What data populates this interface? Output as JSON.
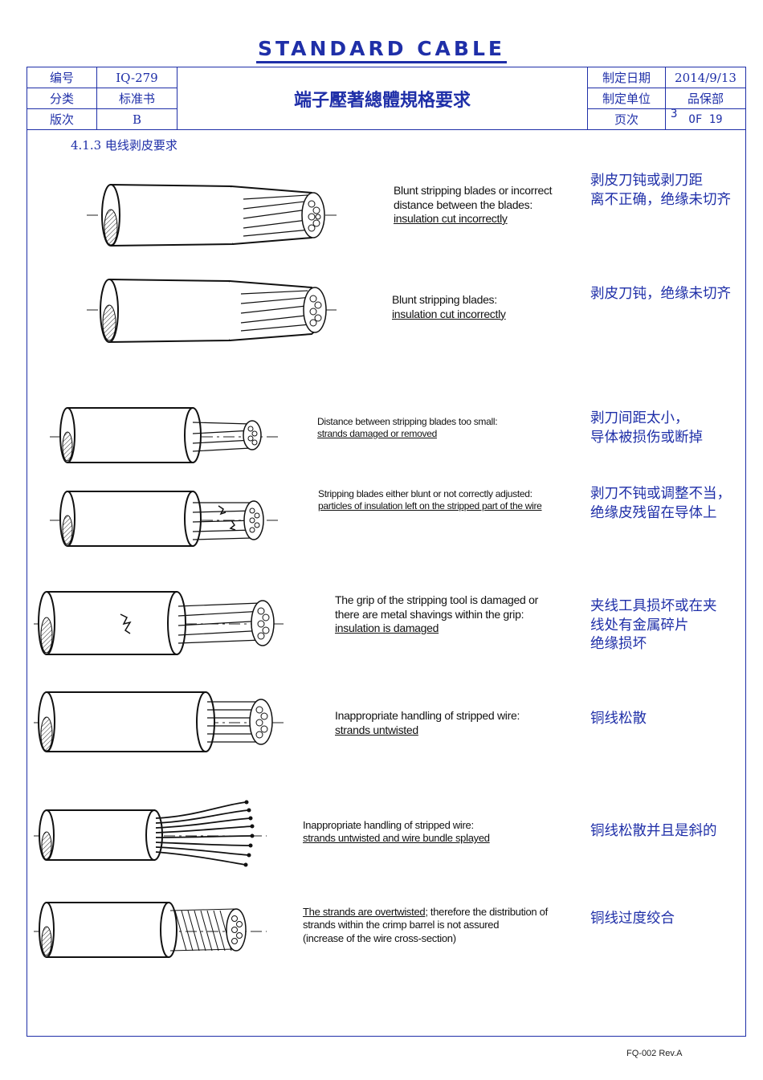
{
  "brand": "STANDARD CABLE",
  "header": {
    "no_label": "编号",
    "no_value": "IQ-279",
    "cat_label": "分类",
    "cat_value": "标准书",
    "ver_label": "版次",
    "ver_value": "B",
    "title": "端子壓著總體規格要求",
    "date_label": "制定日期",
    "date_value": "2014/9/13",
    "unit_label": "制定单位",
    "unit_value": "品保部",
    "page_label": "页次",
    "page_num": "3",
    "page_total": "OF 19"
  },
  "section": "4.1.3 电线剥皮要求",
  "items": [
    {
      "en1": "Blunt stripping blades or incorrect",
      "en2": "distance between the blades:",
      "en3": "insulation cut incorrectly",
      "cn1": "剥皮刀钝或剥刀距",
      "cn2": "离不正确，绝缘未切齐"
    },
    {
      "en1": "Blunt stripping blades:",
      "en2": "insulation cut incorrectly",
      "cn1": "剥皮刀钝，绝缘未切齐"
    },
    {
      "en1": "Distance between stripping blades too small:",
      "en2": "strands damaged or removed",
      "cn1": "剥刀间距太小，",
      "cn2": "导体被损伤或断掉"
    },
    {
      "en1": "Stripping blades either blunt or not correctly adjusted:",
      "en2": "particles of insulation left on the stripped part of the wire",
      "cn1": "剥刀不钝或调整不当，",
      "cn2": "绝缘皮残留在导体上"
    },
    {
      "en1": "The grip of the stripping tool is damaged or",
      "en2": "there are metal shavings within the grip:",
      "en3": "insulation is damaged",
      "cn1": "夹线工具损坏或在夹",
      "cn2": "线处有金属碎片",
      "cn3": "绝缘损坏"
    },
    {
      "en1": "Inappropriate handling of stripped wire:",
      "en2": "strands untwisted",
      "cn1": "铜线松散"
    },
    {
      "en1": "Inappropriate handling of stripped wire:",
      "en2": "strands untwisted and wire bundle splayed",
      "cn1": "铜线松散并且是斜的"
    },
    {
      "en1a": "The strands are overtwisted",
      "en1b": "; therefore the distribution of",
      "en2": "strands within the crimp barrel is not assured",
      "en3": "(increase of the wire cross-section)",
      "cn1": "铜线过度绞合"
    }
  ],
  "footer": "FQ-002 Rev.A"
}
